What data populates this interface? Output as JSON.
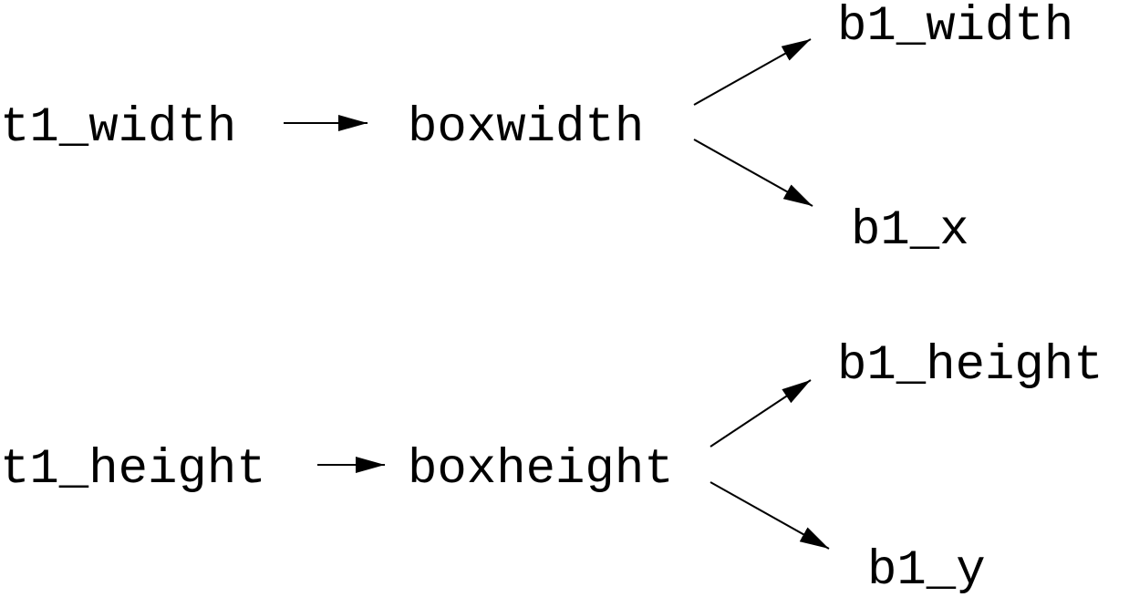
{
  "diagram": {
    "rows": [
      {
        "source": "t1_width",
        "intermediate": "boxwidth",
        "targets": [
          "b1_width",
          "b1_x"
        ]
      },
      {
        "source": "t1_height",
        "intermediate": "boxheight",
        "targets": [
          "b1_height",
          "b1_y"
        ]
      }
    ]
  },
  "colors": {
    "text": "#000000",
    "arrow": "#000000",
    "background": "#ffffff"
  }
}
